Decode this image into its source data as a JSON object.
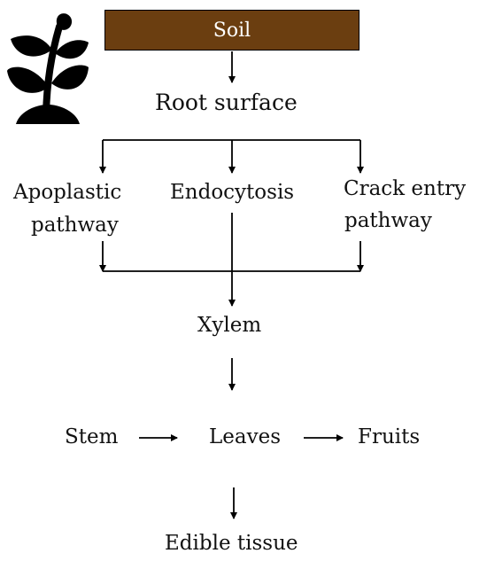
{
  "colors": {
    "soil_fill": "#6b3e10",
    "soil_text": "#ffffff",
    "line": "#000000",
    "text": "#111111",
    "plant": "#000000"
  },
  "icons": {
    "plant": "plant-icon"
  },
  "nodes": {
    "soil": "Soil",
    "root_surface": "Root surface",
    "apoplastic": [
      "Apoplastic",
      "pathway"
    ],
    "endocytosis": "Endocytosis",
    "crack_entry": [
      "Crack entry",
      "pathway"
    ],
    "xylem": "Xylem",
    "stem": "Stem",
    "leaves": "Leaves",
    "fruits": "Fruits",
    "edible_tissue": "Edible tissue"
  }
}
